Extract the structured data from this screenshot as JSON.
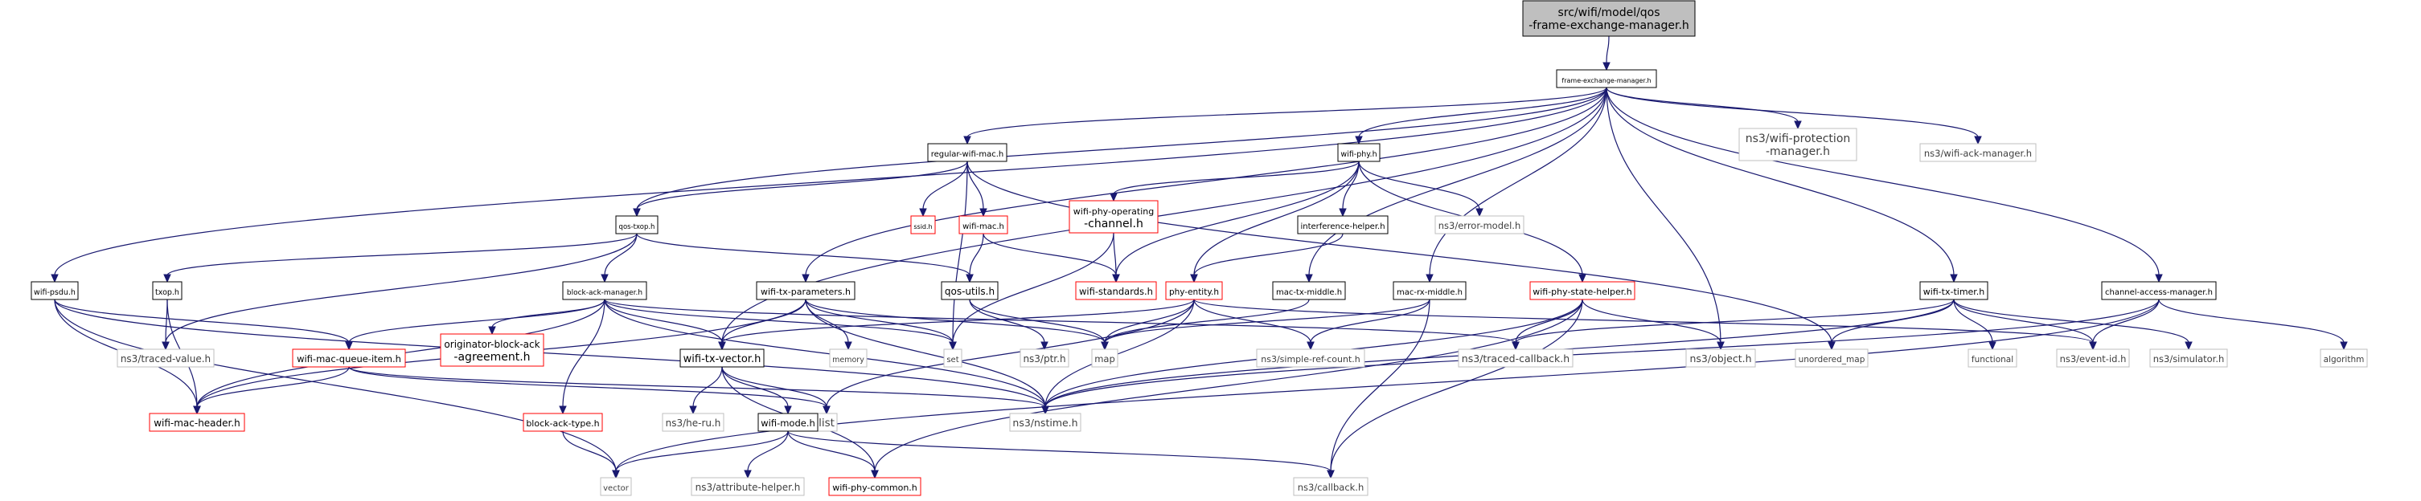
{
  "root": "src/wifi/model/qos-frame-exchange-manager.h",
  "colors": {
    "root_fill": "#bfbfbf",
    "root_border": "#000000",
    "documented_border": "#000000",
    "undocumented_border": "#ff0000",
    "external_border": "#bfbfbf",
    "edge": "#191970",
    "text_normal": "#000000",
    "text_external": "#3f3f3f"
  },
  "nodes": [
    {
      "id": "root",
      "kind": "root",
      "lines": [
        "src/wifi/model/qos",
        "-frame-exchange-manager.h"
      ]
    },
    {
      "id": "fem",
      "kind": "documented",
      "lines": [
        "frame-exchange-manager.h"
      ]
    },
    {
      "id": "regwifimac",
      "kind": "documented",
      "lines": [
        "regular-wifi-mac.h"
      ]
    },
    {
      "id": "wifiphy",
      "kind": "documented",
      "lines": [
        "wifi-phy.h"
      ]
    },
    {
      "id": "protmgr",
      "kind": "external",
      "lines": [
        "ns3/wifi-protection",
        "-manager.h"
      ]
    },
    {
      "id": "ackmgr",
      "kind": "external",
      "lines": [
        "ns3/wifi-ack-manager.h"
      ]
    },
    {
      "id": "qostxop",
      "kind": "documented",
      "lines": [
        "qos-txop.h"
      ]
    },
    {
      "id": "ssid",
      "kind": "undocumented",
      "lines": [
        "ssid.h"
      ]
    },
    {
      "id": "wifimac",
      "kind": "undocumented",
      "lines": [
        "wifi-mac.h"
      ]
    },
    {
      "id": "phyopch",
      "kind": "undocumented",
      "lines": [
        "wifi-phy-operating",
        "-channel.h"
      ]
    },
    {
      "id": "interf",
      "kind": "documented",
      "lines": [
        "interference-helper.h"
      ]
    },
    {
      "id": "errmodel",
      "kind": "external",
      "lines": [
        "ns3/error-model.h"
      ]
    },
    {
      "id": "wifipsdu",
      "kind": "documented",
      "lines": [
        "wifi-psdu.h"
      ]
    },
    {
      "id": "txop",
      "kind": "documented",
      "lines": [
        "txop.h"
      ]
    },
    {
      "id": "bam",
      "kind": "documented",
      "lines": [
        "block-ack-manager.h"
      ]
    },
    {
      "id": "txparams",
      "kind": "documented",
      "lines": [
        "wifi-tx-parameters.h"
      ]
    },
    {
      "id": "qosutils",
      "kind": "documented",
      "lines": [
        "qos-utils.h"
      ]
    },
    {
      "id": "wifistd",
      "kind": "undocumented",
      "lines": [
        "wifi-standards.h"
      ]
    },
    {
      "id": "phyentity",
      "kind": "undocumented",
      "lines": [
        "phy-entity.h"
      ]
    },
    {
      "id": "mactx",
      "kind": "documented",
      "lines": [
        "mac-tx-middle.h"
      ]
    },
    {
      "id": "macrx",
      "kind": "documented",
      "lines": [
        "mac-rx-middle.h"
      ]
    },
    {
      "id": "statehelper",
      "kind": "undocumented",
      "lines": [
        "wifi-phy-state-helper.h"
      ]
    },
    {
      "id": "txtimer",
      "kind": "documented",
      "lines": [
        "wifi-tx-timer.h"
      ]
    },
    {
      "id": "cam",
      "kind": "documented",
      "lines": [
        "channel-access-manager.h"
      ]
    },
    {
      "id": "tracedvalue",
      "kind": "external",
      "lines": [
        "ns3/traced-value.h"
      ]
    },
    {
      "id": "queueitem",
      "kind": "undocumented",
      "lines": [
        "wifi-mac-queue-item.h"
      ]
    },
    {
      "id": "origba",
      "kind": "undocumented",
      "lines": [
        "originator-block-ack",
        "-agreement.h"
      ]
    },
    {
      "id": "memory",
      "kind": "external",
      "lines": [
        "memory"
      ]
    },
    {
      "id": "set",
      "kind": "external",
      "lines": [
        "set"
      ]
    },
    {
      "id": "ptr",
      "kind": "external",
      "lines": [
        "ns3/ptr.h"
      ]
    },
    {
      "id": "map",
      "kind": "external",
      "lines": [
        "map"
      ]
    },
    {
      "id": "simpleref",
      "kind": "external",
      "lines": [
        "ns3/simple-ref-count.h"
      ]
    },
    {
      "id": "tracedcb",
      "kind": "external",
      "lines": [
        "ns3/traced-callback.h"
      ]
    },
    {
      "id": "object",
      "kind": "external",
      "lines": [
        "ns3/object.h"
      ]
    },
    {
      "id": "unordmap",
      "kind": "external",
      "lines": [
        "unordered_map"
      ]
    },
    {
      "id": "functional",
      "kind": "external",
      "lines": [
        "functional"
      ]
    },
    {
      "id": "eventid",
      "kind": "external",
      "lines": [
        "ns3/event-id.h"
      ]
    },
    {
      "id": "simulator",
      "kind": "external",
      "lines": [
        "ns3/simulator.h"
      ]
    },
    {
      "id": "algorithm",
      "kind": "external",
      "lines": [
        "algorithm"
      ]
    },
    {
      "id": "txvector",
      "kind": "documented",
      "lines": [
        "wifi-tx-vector.h"
      ]
    },
    {
      "id": "macheader",
      "kind": "undocumented",
      "lines": [
        "wifi-mac-header.h"
      ]
    },
    {
      "id": "blockacktype",
      "kind": "undocumented",
      "lines": [
        "block-ack-type.h"
      ]
    },
    {
      "id": "heru",
      "kind": "external",
      "lines": [
        "ns3/he-ru.h"
      ]
    },
    {
      "id": "list",
      "kind": "external",
      "lines": [
        "list"
      ]
    },
    {
      "id": "wifimode",
      "kind": "documented",
      "lines": [
        "wifi-mode.h"
      ]
    },
    {
      "id": "nstime",
      "kind": "external",
      "lines": [
        "ns3/nstime.h"
      ]
    },
    {
      "id": "vector",
      "kind": "external",
      "lines": [
        "vector"
      ]
    },
    {
      "id": "attrhelper",
      "kind": "external",
      "lines": [
        "ns3/attribute-helper.h"
      ]
    },
    {
      "id": "phycommon",
      "kind": "undocumented",
      "lines": [
        "wifi-phy-common.h"
      ]
    },
    {
      "id": "callback",
      "kind": "external",
      "lines": [
        "ns3/callback.h"
      ]
    }
  ],
  "edges": [
    [
      "root",
      "fem"
    ],
    [
      "fem",
      "regwifimac"
    ],
    [
      "fem",
      "wifiphy"
    ],
    [
      "fem",
      "protmgr"
    ],
    [
      "fem",
      "ackmgr"
    ],
    [
      "fem",
      "qostxop"
    ],
    [
      "fem",
      "wifipsdu"
    ],
    [
      "fem",
      "txparams"
    ],
    [
      "fem",
      "mactx"
    ],
    [
      "fem",
      "macrx"
    ],
    [
      "fem",
      "txtimer"
    ],
    [
      "fem",
      "cam"
    ],
    [
      "fem",
      "object"
    ],
    [
      "fem",
      "txvector"
    ],
    [
      "regwifimac",
      "qostxop"
    ],
    [
      "regwifimac",
      "ssid"
    ],
    [
      "regwifimac",
      "wifimac"
    ],
    [
      "regwifimac",
      "set"
    ],
    [
      "regwifimac",
      "unordmap"
    ],
    [
      "wifiphy",
      "phyopch"
    ],
    [
      "wifiphy",
      "interf"
    ],
    [
      "wifiphy",
      "errmodel"
    ],
    [
      "wifiphy",
      "phyentity"
    ],
    [
      "wifiphy",
      "statehelper"
    ],
    [
      "wifiphy",
      "wifistd"
    ],
    [
      "qostxop",
      "txop"
    ],
    [
      "qostxop",
      "bam"
    ],
    [
      "qostxop",
      "qosutils"
    ],
    [
      "qostxop",
      "tracedvalue"
    ],
    [
      "wifimac",
      "qosutils"
    ],
    [
      "wifimac",
      "wifistd"
    ],
    [
      "phyopch",
      "wifistd"
    ],
    [
      "phyopch",
      "set"
    ],
    [
      "interf",
      "phyentity"
    ],
    [
      "wifipsdu",
      "queueitem"
    ],
    [
      "wifipsdu",
      "macheader"
    ],
    [
      "wifipsdu",
      "vector"
    ],
    [
      "wifipsdu",
      "nstime"
    ],
    [
      "txop",
      "tracedvalue"
    ],
    [
      "txop",
      "macheader"
    ],
    [
      "bam",
      "queueitem"
    ],
    [
      "bam",
      "origba"
    ],
    [
      "bam",
      "blockacktype"
    ],
    [
      "bam",
      "txvector"
    ],
    [
      "bam",
      "macheader"
    ],
    [
      "bam",
      "set"
    ],
    [
      "bam",
      "nstime"
    ],
    [
      "bam",
      "tracedcb"
    ],
    [
      "txparams",
      "txvector"
    ],
    [
      "txparams",
      "memory"
    ],
    [
      "txparams",
      "set"
    ],
    [
      "txparams",
      "map"
    ],
    [
      "txparams",
      "nstime"
    ],
    [
      "txparams",
      "macheader"
    ],
    [
      "qosutils",
      "ptr"
    ],
    [
      "qosutils",
      "map"
    ],
    [
      "phyentity",
      "txvector"
    ],
    [
      "phyentity",
      "map"
    ],
    [
      "phyentity",
      "list"
    ],
    [
      "phyentity",
      "simpleref"
    ],
    [
      "phyentity",
      "nstime"
    ],
    [
      "phyentity",
      "eventid"
    ],
    [
      "mactx",
      "map"
    ],
    [
      "macrx",
      "map"
    ],
    [
      "macrx",
      "simpleref"
    ],
    [
      "macrx",
      "callback"
    ],
    [
      "statehelper",
      "tracedcb"
    ],
    [
      "statehelper",
      "object"
    ],
    [
      "statehelper",
      "nstime"
    ],
    [
      "statehelper",
      "callback"
    ],
    [
      "statehelper",
      "phycommon"
    ],
    [
      "txtimer",
      "eventid"
    ],
    [
      "txtimer",
      "functional"
    ],
    [
      "txtimer",
      "unordmap"
    ],
    [
      "txtimer",
      "simulator"
    ],
    [
      "txtimer",
      "tracedcb"
    ],
    [
      "txtimer",
      "nstime"
    ],
    [
      "cam",
      "eventid"
    ],
    [
      "cam",
      "algorithm"
    ],
    [
      "cam",
      "vector"
    ],
    [
      "cam",
      "nstime"
    ],
    [
      "queueitem",
      "macheader"
    ],
    [
      "queueitem",
      "nstime"
    ],
    [
      "queueitem",
      "list"
    ],
    [
      "txvector",
      "wifimode"
    ],
    [
      "txvector",
      "heru"
    ],
    [
      "txvector",
      "list"
    ],
    [
      "txvector",
      "phycommon"
    ],
    [
      "blockacktype",
      "vector"
    ],
    [
      "wifimode",
      "vector"
    ],
    [
      "wifimode",
      "attrhelper"
    ],
    [
      "wifimode",
      "phycommon"
    ],
    [
      "wifimode",
      "callback"
    ]
  ]
}
